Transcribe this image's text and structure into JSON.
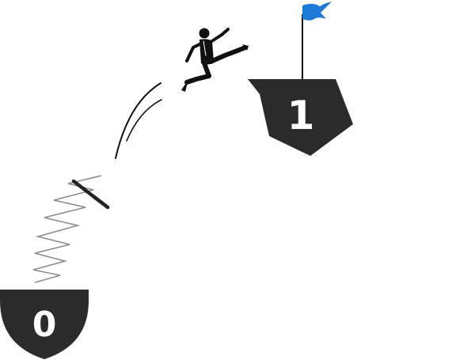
{
  "platforms": [
    {
      "id": "start",
      "label": "0"
    },
    {
      "id": "goal",
      "label": "1"
    }
  ],
  "icons": {
    "spring": "spring-icon",
    "runner": "jumping-person-icon",
    "flag": "flag-icon",
    "motion": "motion-lines-icon"
  },
  "colors": {
    "platform": "#2b2b2b",
    "flag": "#1f7ad6",
    "spring_coil": "#8c8c8c",
    "ink": "#111111"
  }
}
